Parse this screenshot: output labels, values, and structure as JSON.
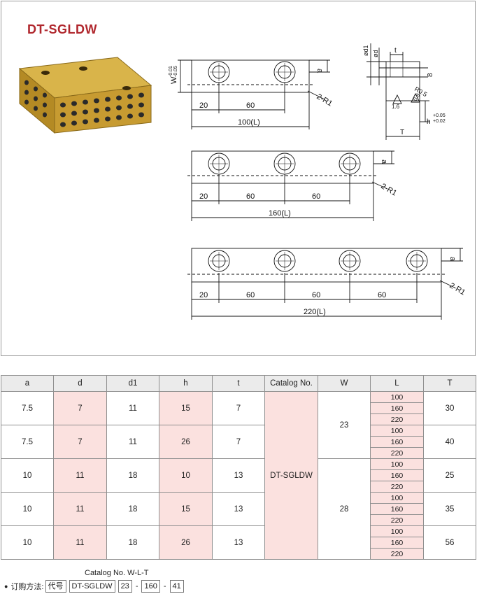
{
  "title": "DT-SGLDW",
  "drawing": {
    "small_dims": [
      "20",
      "60"
    ],
    "small_total": "100(L)",
    "mid_dims": [
      "20",
      "60",
      "60"
    ],
    "mid_total": "160(L)",
    "large_dims": [
      "20",
      "60",
      "60",
      "60"
    ],
    "large_total": "220(L)",
    "radius_label": "2-R1",
    "a_label": "a",
    "w_label": "W",
    "w_upper": "-0.01",
    "w_lower": "-0.05",
    "side": {
      "d1_label": "ød1",
      "d_label": "ød",
      "t_label": "t",
      "eight": "8",
      "r_label": "R0.5",
      "finish": "1.6",
      "finish2": "0.9",
      "T_label": "T",
      "h_label": "h",
      "h_upper": "+0.05",
      "h_lower": "+0.02"
    }
  },
  "table": {
    "headers": [
      "a",
      "d",
      "d1",
      "h",
      "t",
      "Catalog No.",
      "W",
      "L",
      "T"
    ],
    "catalog_no": "DT-SGLDW",
    "groups": [
      {
        "a": "7.5",
        "d": "7",
        "d1": "11",
        "h": "15",
        "t": "7",
        "T": "30",
        "L": [
          "100",
          "160",
          "220"
        ]
      },
      {
        "a": "7.5",
        "d": "7",
        "d1": "11",
        "h": "26",
        "t": "7",
        "T": "40",
        "L": [
          "100",
          "160",
          "220"
        ]
      },
      {
        "a": "10",
        "d": "11",
        "d1": "18",
        "h": "10",
        "t": "13",
        "T": "25",
        "L": [
          "100",
          "160",
          "220"
        ]
      },
      {
        "a": "10",
        "d": "11",
        "d1": "18",
        "h": "15",
        "t": "13",
        "T": "35",
        "L": [
          "100",
          "160",
          "220"
        ]
      },
      {
        "a": "10",
        "d": "11",
        "d1": "18",
        "h": "26",
        "t": "13",
        "T": "56",
        "L": [
          "100",
          "160",
          "220"
        ]
      }
    ],
    "W_values": [
      "23",
      "28"
    ]
  },
  "order": {
    "caption": "Catalog No. W-L-T",
    "label": "订购方法:",
    "code_label": "代号",
    "catalog": "DT-SGLDW",
    "w": "23",
    "l": "160",
    "t": "41",
    "dash": "-"
  }
}
